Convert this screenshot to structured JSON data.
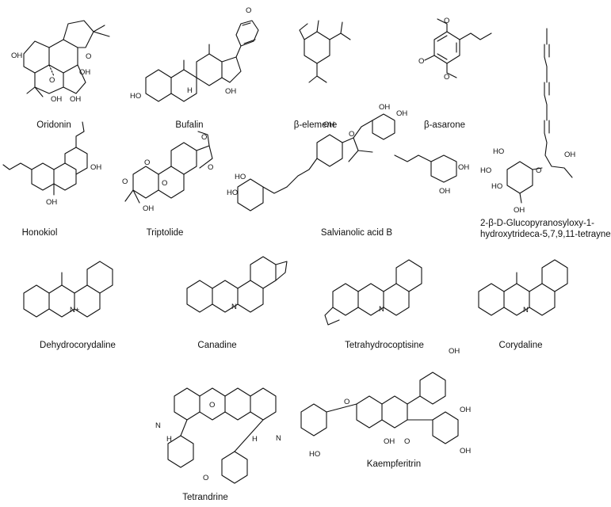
{
  "compounds": [
    {
      "name": "Oridonin"
    },
    {
      "name": "Bufalin"
    },
    {
      "name": "β-elemene"
    },
    {
      "name": "β-asarone"
    },
    {
      "name": "2-β-D-Glucopyranosyloxy-1-",
      "name_line2": "hydroxytrideca-5,7,9,11-tetrayne"
    },
    {
      "name": "Honokiol"
    },
    {
      "name": "Triptolide"
    },
    {
      "name": "Salvianolic acid B"
    },
    {
      "name": "Dehydrocorydaline"
    },
    {
      "name": "Canadine"
    },
    {
      "name": "Tetrahydrocoptisine"
    },
    {
      "name": "Corydaline"
    },
    {
      "name": "Tetrandrine"
    },
    {
      "name": "Kaempferitrin"
    }
  ],
  "atom_labels": {
    "oh": "OH",
    "ho": "HO",
    "o": "O",
    "n": "N",
    "nplus": "N+",
    "h": "H"
  }
}
